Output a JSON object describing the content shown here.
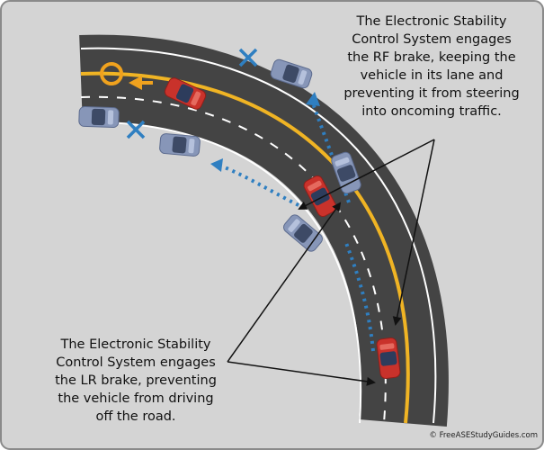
{
  "callouts": {
    "rf_brake": {
      "lines": [
        "The Electronic Stability",
        "Control System engages",
        "the RF brake, keeping the",
        "vehicle in its lane and",
        "preventing it from steering",
        "into oncoming traffic."
      ]
    },
    "lr_brake": {
      "lines": [
        "The Electronic Stability",
        "Control System engages",
        "the LR brake, preventing",
        "the vehicle from driving",
        "off the road."
      ]
    }
  },
  "markers": {
    "ok_marker": "O",
    "blocked_marker": "X"
  },
  "credit": "© FreeASEStudyGuides.com",
  "colors": {
    "background": "#d4d4d4",
    "frame": "#8a8a8a",
    "road": "#444444",
    "center_line": "#f0b424",
    "lane_dash": "#ffffff",
    "path_blue": "#2f7fc1",
    "marker_blue": "#2f7fc1",
    "marker_orange": "#f0a21e",
    "red_car": "#c9322b",
    "grey_car": "#8796b8",
    "leader_line": "#111111"
  }
}
